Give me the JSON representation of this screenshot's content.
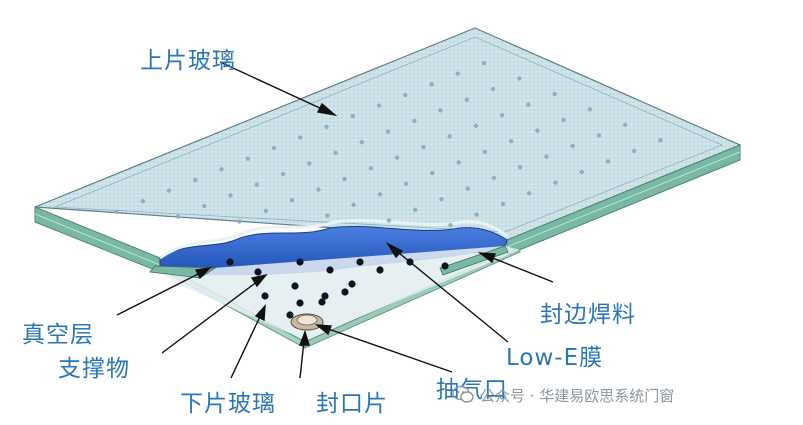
{
  "labels": {
    "upper_glass": "上片玻璃",
    "edge_seal": "封边焊料",
    "vacuum_layer": "真空层",
    "low_e": "Low-E膜",
    "support": "支撑物",
    "lower_glass": "下片玻璃",
    "seal_cap": "封口片",
    "pump_port": "抽气口"
  },
  "watermark": {
    "text": "公众号 · 华建易欧思系统门窗",
    "icon": "wechat-icon"
  },
  "colors": {
    "label_text": "#2a77b3",
    "glass_face": "#cfe3ea",
    "glass_edge": "#74b59f",
    "low_e_blue": "#2f66c9",
    "leader_line": "#111111"
  }
}
